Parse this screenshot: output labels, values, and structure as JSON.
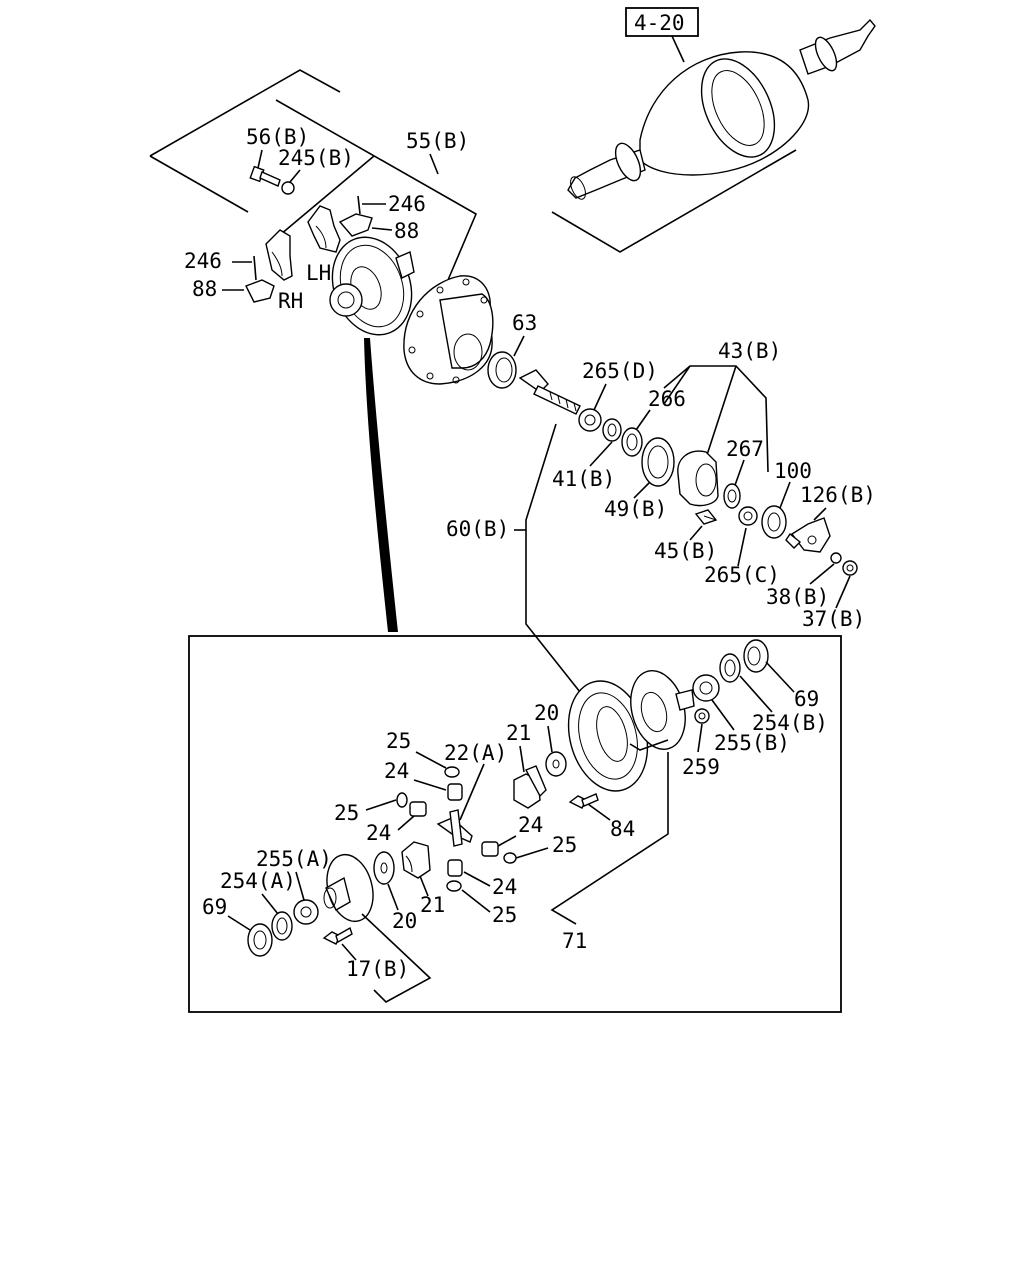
{
  "reference_box": "4-20",
  "side_labels": {
    "left_hand": "LH",
    "right_hand": "RH"
  },
  "callouts": [
    "56(B)",
    "245(B)",
    "55(B)",
    "246",
    "88",
    "246",
    "88",
    "63",
    "265(D)",
    "43(B)",
    "266",
    "267",
    "100",
    "126(B)",
    "41(B)",
    "49(B)",
    "45(B)",
    "265(C)",
    "38(B)",
    "37(B)",
    "60(B)",
    "20",
    "21",
    "25",
    "22(A)",
    "24",
    "25",
    "24",
    "84",
    "24",
    "25",
    "24",
    "25",
    "255(A)",
    "254(A)",
    "69",
    "20",
    "21",
    "17(B)",
    "71",
    "69",
    "254(B)",
    "255(B)",
    "259"
  ]
}
